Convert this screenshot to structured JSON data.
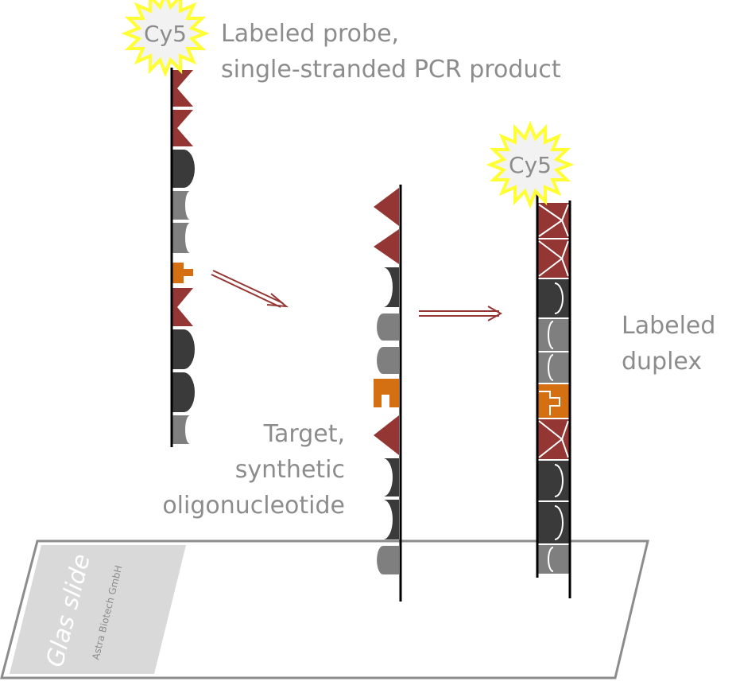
{
  "probe": {
    "label_line1": "Labeled probe,",
    "label_line2": "single-stranded PCR product",
    "dye": "Cy5"
  },
  "target": {
    "label_line1": "Target,",
    "label_line2": "synthetic",
    "label_line3": "oligonucleotide"
  },
  "duplex": {
    "label_line1": "Labeled",
    "label_line2": "duplex",
    "dye": "Cy5"
  },
  "slide": {
    "title": "Glas slide",
    "maker": "Astra Biotech GmbH"
  },
  "sequences": {
    "probe": [
      "A",
      "A",
      "C",
      "T",
      "T",
      "G",
      "A",
      "C",
      "C",
      "T"
    ],
    "target": [
      "A",
      "A",
      "C",
      "T",
      "T",
      "G",
      "A",
      "C",
      "C",
      "T"
    ],
    "duplex": [
      "A",
      "A",
      "C",
      "T",
      "T",
      "G",
      "A",
      "C",
      "C",
      "T"
    ]
  },
  "colors": {
    "A": "#943634",
    "C": "#3a3a3a",
    "T": "#7f7f7f",
    "G": "#d46f12",
    "arrow": "#943634",
    "dye_fill": "#f2f2f2",
    "dye_stroke": "#ffff33",
    "slide_label": "#d9d9d9",
    "strand": "#000000"
  }
}
